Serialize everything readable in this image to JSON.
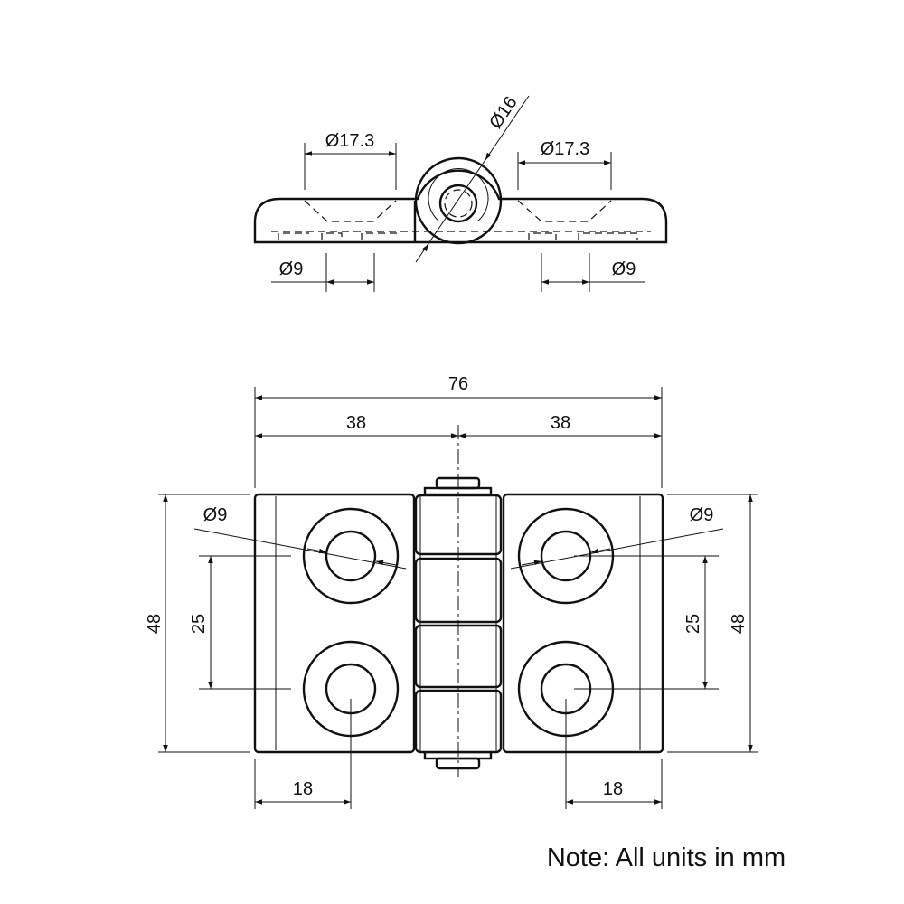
{
  "top_view": {
    "left_counterbore": "Ø17.3",
    "right_counterbore": "Ø17.3",
    "knuckle_diameter": "Ø16",
    "left_hole": "Ø9",
    "right_hole": "Ø9"
  },
  "front_view": {
    "overall_width": "76",
    "left_half": "38",
    "right_half": "38",
    "left_height": "48",
    "right_height": "48",
    "left_hole_spacing": "25",
    "right_hole_spacing": "25",
    "left_edge_offset": "18",
    "right_edge_offset": "18",
    "left_hole": "Ø9",
    "right_hole": "Ø9"
  },
  "note": "Note: All units in mm"
}
